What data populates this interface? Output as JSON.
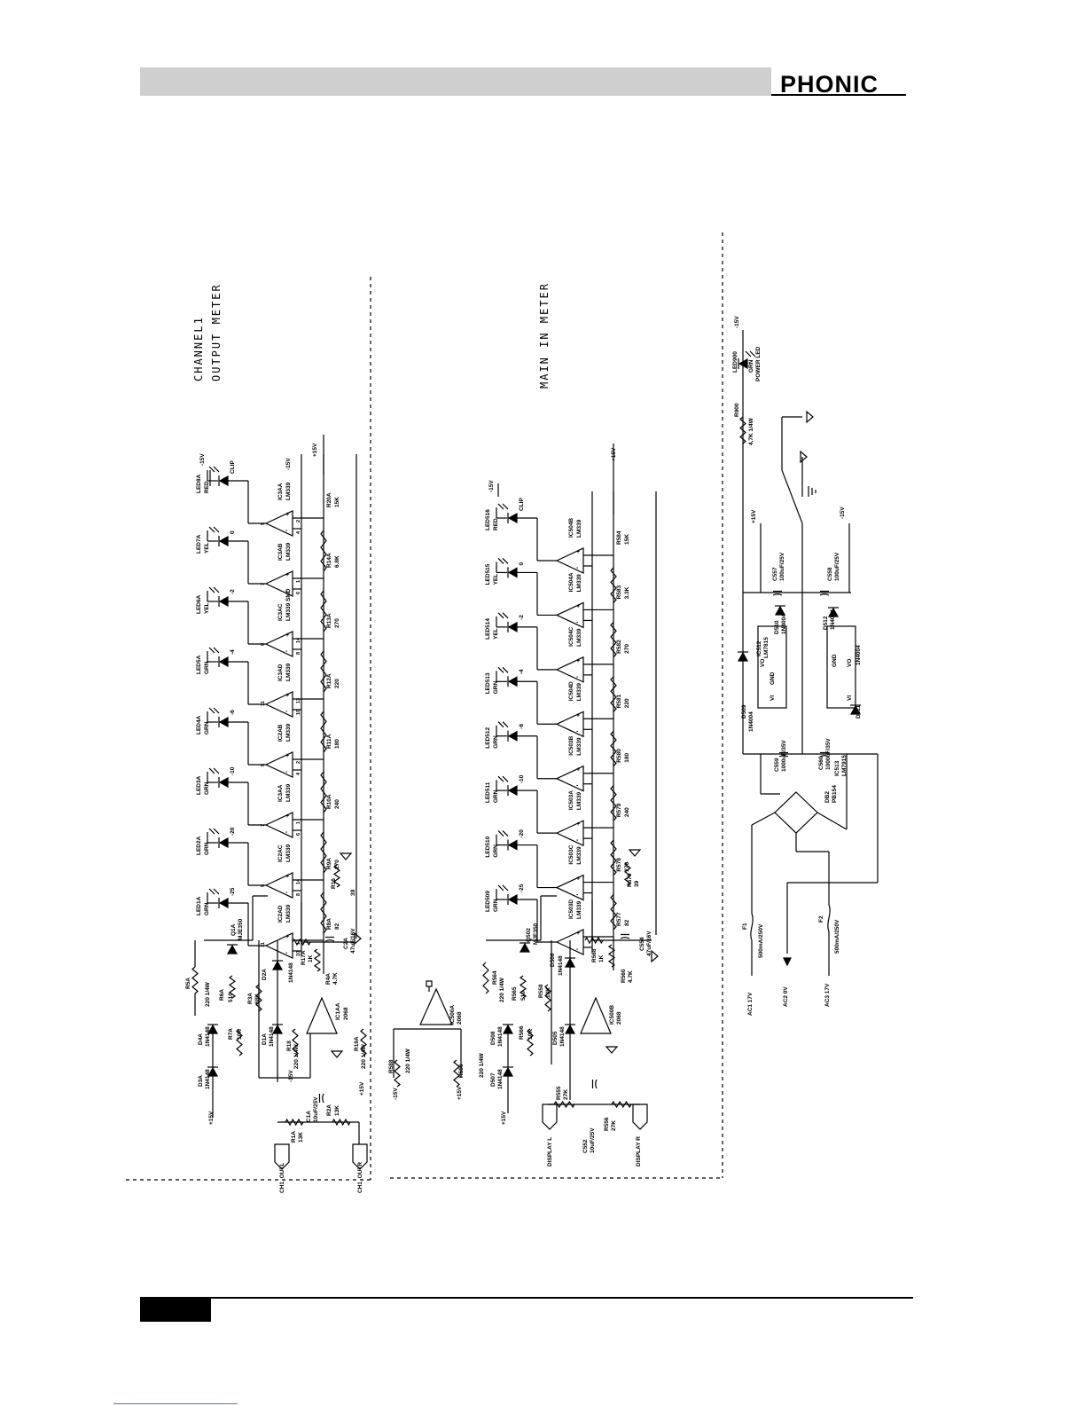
{
  "header": {
    "brand": "PHONIC"
  },
  "sections": {
    "channel_title_1": "CHANNEL1",
    "channel_title_2": "OUTPUT METER",
    "main_title": "MAIN IN METER"
  },
  "channel": {
    "leds": [
      {
        "ref": "LED1A",
        "color": "GRN",
        "level": "-25"
      },
      {
        "ref": "LED2A",
        "color": "GRN",
        "level": "-20"
      },
      {
        "ref": "LED3A",
        "color": "GRN",
        "level": "-10"
      },
      {
        "ref": "LED4A",
        "color": "GRN",
        "level": "-6"
      },
      {
        "ref": "LED5A",
        "color": "GRN",
        "level": "-4"
      },
      {
        "ref": "LED6A",
        "color": "YEL",
        "level": "-2"
      },
      {
        "ref": "LED7A",
        "color": "YEL",
        "level": "0"
      },
      {
        "ref": "LED8A",
        "color": "RED",
        "level": "CLIP"
      }
    ],
    "comparators": [
      {
        "ref": "IC2AD",
        "part": "LM339",
        "pins": [
          "11",
          "13",
          "10"
        ]
      },
      {
        "ref": "IC2AC",
        "part": "LM339",
        "pins": [
          "9",
          "14",
          "8"
        ]
      },
      {
        "ref": "IC3AA",
        "part": "LM339",
        "pins": [
          "7",
          "1",
          "6"
        ]
      },
      {
        "ref": "IC2AB",
        "part": "LM339",
        "pins": [
          "5",
          "2",
          "4"
        ]
      },
      {
        "ref": "IC3AD",
        "part": "LM339",
        "pins": [
          "11",
          "13",
          "10"
        ]
      },
      {
        "ref": "IC3AC",
        "part": "LM339 SMD",
        "pins": [
          "9",
          "14",
          "8"
        ]
      },
      {
        "ref": "IC3AB",
        "part": "LM339",
        "pins": [
          "7",
          "1",
          "6"
        ]
      },
      {
        "ref": "IC3AA",
        "part": "LM339",
        "pins": [
          "5",
          "2",
          "4"
        ]
      }
    ],
    "ladder": [
      {
        "ref": "R8A",
        "value": "82"
      },
      {
        "ref": "R9A",
        "value": "270"
      },
      {
        "ref": "R10A",
        "value": "240"
      },
      {
        "ref": "R11A",
        "value": "180"
      },
      {
        "ref": "R12A",
        "value": "220"
      },
      {
        "ref": "R13A",
        "value": "270"
      },
      {
        "ref": "R14A",
        "value": "6.8K"
      },
      {
        "ref": "R20A",
        "value": "15K"
      }
    ],
    "misc": {
      "q": "Q1A",
      "q_part": "MJE350",
      "r5": "R5A",
      "r5v": "220 1/4W",
      "r6": "R6A",
      "r6v": "510",
      "r7": "R7A",
      "r7v": "10K",
      "r3": "R3A",
      "r3v": "68K",
      "d2": "D2A",
      "d2v": "1N4148",
      "d1": "D1A",
      "d1v": "1N4148",
      "d3": "D3A",
      "d3v": "1N4148",
      "d4": "D4A",
      "d4v": "1N4148",
      "r17": "R17A",
      "r17v": "1K",
      "r4": "R4A",
      "r4v": "4.7K",
      "c2": "C2A",
      "c2v": "47uF/16V",
      "r16": "R16",
      "r16v": "39",
      "ic1": "IC1AA",
      "ic1v": "2068",
      "r18": "R18",
      "r18v": "220 1/4W",
      "r19": "R19A",
      "r19v": "220 1/4W",
      "c1": "C1A",
      "c1v": "10uF/25V",
      "r2": "R2A",
      "r2v": "13K",
      "r1": "R1A",
      "r1v": "13K",
      "in_l": "CH1_OUTL",
      "in_r": "CH1_OUTR",
      "vplus": "+15V",
      "vminus": "-15V",
      "pin12": "12",
      "pin3": "3"
    }
  },
  "main": {
    "leds": [
      {
        "ref": "LED509",
        "color": "GRN",
        "level": "-25"
      },
      {
        "ref": "LED510",
        "color": "GRN",
        "level": "-20"
      },
      {
        "ref": "LED511",
        "color": "GRN",
        "level": "-10"
      },
      {
        "ref": "LED512",
        "color": "GRN",
        "level": "-6"
      },
      {
        "ref": "LED513",
        "color": "GRN",
        "level": "-4"
      },
      {
        "ref": "LED514",
        "color": "YEL",
        "level": "-2"
      },
      {
        "ref": "LED515",
        "color": "YEL",
        "level": "0"
      },
      {
        "ref": "LED516",
        "color": "RED",
        "level": "CLIP"
      }
    ],
    "comparators": [
      {
        "ref": "IC503D",
        "part": "LM339"
      },
      {
        "ref": "IC503C",
        "part": "LM339"
      },
      {
        "ref": "IC503A",
        "part": "LM339"
      },
      {
        "ref": "IC503B",
        "part": "LM339"
      },
      {
        "ref": "IC504D",
        "part": "LM339"
      },
      {
        "ref": "IC504C",
        "part": "LM339"
      },
      {
        "ref": "IC504A",
        "part": "LM339"
      },
      {
        "ref": "IC504B",
        "part": "LM339"
      }
    ],
    "ladder": [
      {
        "ref": "R577",
        "value": "82"
      },
      {
        "ref": "R578",
        "value": "270"
      },
      {
        "ref": "R579",
        "value": "240"
      },
      {
        "ref": "R580",
        "value": "180"
      },
      {
        "ref": "R581",
        "value": "220"
      },
      {
        "ref": "R582",
        "value": "270"
      },
      {
        "ref": "R583",
        "value": "3.3K"
      },
      {
        "ref": "R584",
        "value": "15K"
      }
    ],
    "misc": {
      "q": "Q502",
      "q_part": "MJE350",
      "r564": "R564",
      "r564v": "220 1/4W",
      "r565": "R565",
      "r565v": "510",
      "r566": "R566",
      "r566v": "10K",
      "r558": "R558",
      "r558v": "18K",
      "d506": "D506",
      "d506v": "1N4148",
      "d505": "D505",
      "d505v": "1N4148",
      "d508": "D508",
      "d508v": "1N4148",
      "d507": "D507",
      "d507v": "1N4148",
      "r568": "R568",
      "r568v": "1K",
      "r560": "R560",
      "r560v": "4.7K",
      "c554": "C554",
      "c554v": "47uF/16V",
      "r570": "R570",
      "r570v": "39",
      "ic500b": "IC500B",
      "ic500bv": "2068",
      "ic500a": "IC500A",
      "ic500av": "2068",
      "r588": "R588",
      "r588v": "220 1/4W",
      "r586": "R586",
      "r586v": "220 1/4W",
      "r555": "R555",
      "r555v": "27K",
      "r556": "R556",
      "r556v": "27K",
      "c552": "C552",
      "c552v": "10uF/25V",
      "disp_l": "DISPLAY L",
      "disp_r": "DISPLAY R",
      "vplus": "+15V",
      "vminus": "-15V"
    }
  },
  "psu": {
    "led": "LED900",
    "led_color": "GRN",
    "led_name": "POWER LED",
    "r": "R900",
    "rv": "4.7K 1/4W",
    "ic512": "IC512",
    "ic512v": "LM7815",
    "ic513": "IC513",
    "ic513v": "LM7915",
    "d509": "D509",
    "d510": "D510",
    "d511": "D511",
    "d512": "D512",
    "dv": "1N4004",
    "c557": "C557",
    "c557v": "100uF/25V",
    "c558": "C558",
    "c558v": "100uF/25V",
    "c559": "C559",
    "c559v": "1000uF/35V",
    "c560": "C560",
    "c560v": "1000uF/35V",
    "db2": "DB2",
    "db2v": "PB154",
    "f1": "F1",
    "f1v": "500mA/250V",
    "f2": "F2",
    "f2v": "500mA/250V",
    "ac1": "AC1 17V",
    "ac2": "AC2 0V",
    "ac3": "AC3 17V",
    "vo": "VO",
    "vi": "VI",
    "gnd": "GND",
    "vplus": "+15V",
    "vminus": "-15V"
  }
}
